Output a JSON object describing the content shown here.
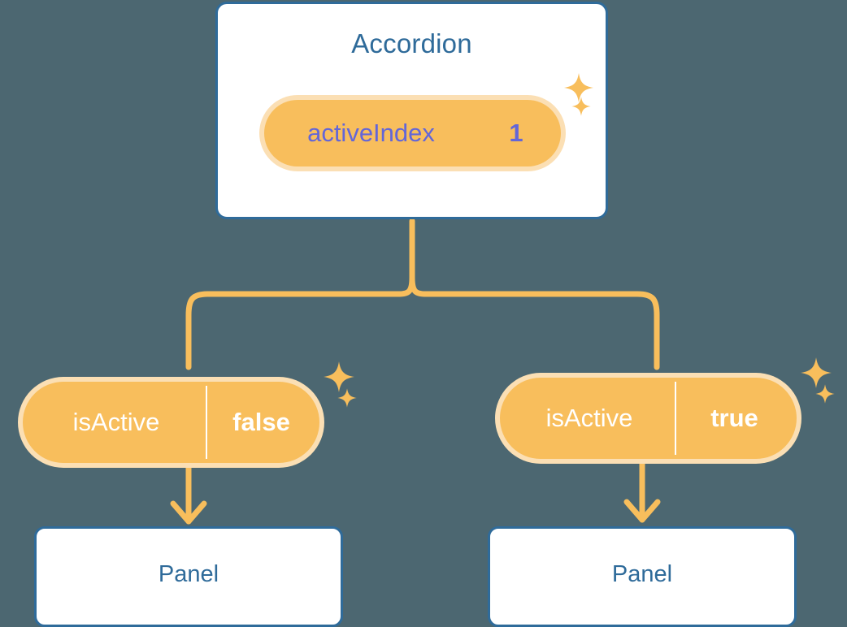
{
  "diagram": {
    "title_node": "Accordion",
    "background_color": "#4C6771",
    "accent_orange": "#F8BE5C",
    "accent_orange_pale": "#FBDFB4",
    "accent_blue": "#2F6B9A",
    "accent_purple": "#6366D8"
  },
  "parent": {
    "label": "Accordion",
    "state": {
      "key": "activeIndex",
      "value": "1"
    }
  },
  "branches": [
    {
      "state": {
        "key": "isActive",
        "value": "false"
      },
      "child": {
        "label": "Panel"
      }
    },
    {
      "state": {
        "key": "isActive",
        "value": "true"
      },
      "child": {
        "label": "Panel"
      }
    }
  ],
  "icons": {
    "sparkle": "sparkle-icon",
    "arrow": "arrow-down-icon"
  }
}
